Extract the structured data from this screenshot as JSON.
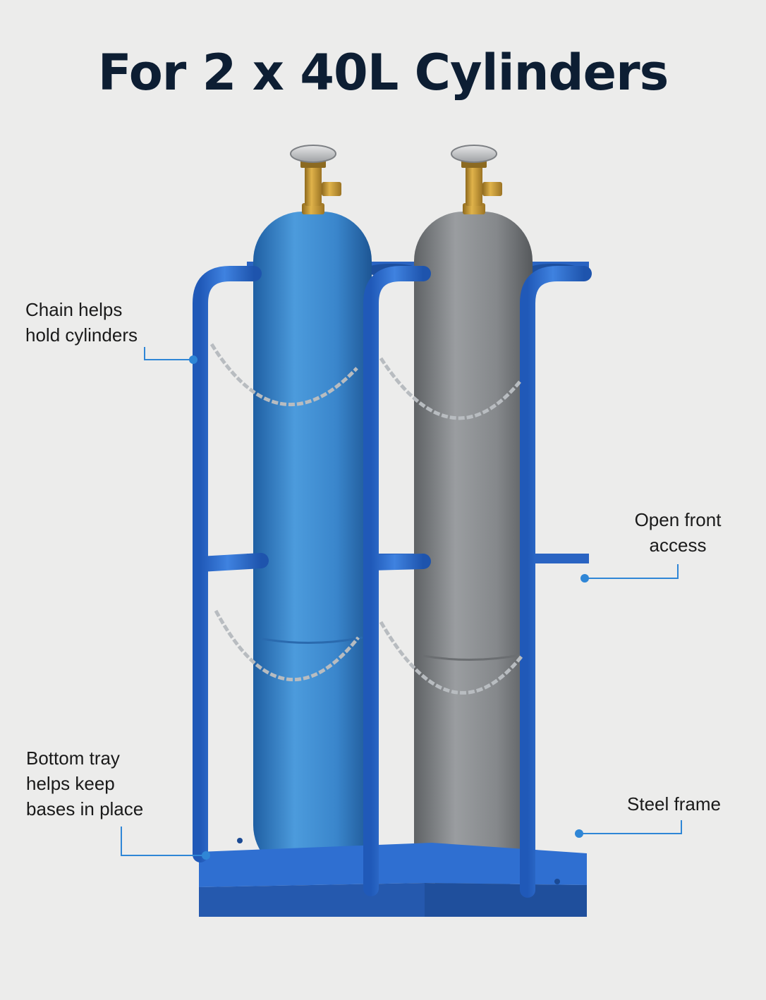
{
  "header": {
    "title": "For 2 x 40L Cylinders"
  },
  "callouts": [
    {
      "id": "chain",
      "lines": [
        "Chain helps",
        "hold cylinders"
      ]
    },
    {
      "id": "open-front",
      "lines": [
        "Open front",
        "access"
      ]
    },
    {
      "id": "bottom-tray",
      "lines": [
        "Bottom tray",
        "helps keep",
        "bases in place"
      ]
    },
    {
      "id": "steel-frame",
      "lines": [
        "Steel frame"
      ]
    }
  ],
  "colors": {
    "background": "#ececeb",
    "title": "#0d1e33",
    "frame": "#2e6fd1",
    "cylinder_blue": "#3a86cc",
    "cylinder_gray": "#85888b",
    "valve_brass": "#c9982f",
    "chain": "#b8bcc0",
    "callout_line": "#2f86d6"
  }
}
